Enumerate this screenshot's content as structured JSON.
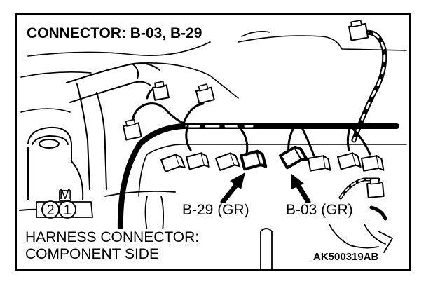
{
  "diagram": {
    "title": "CONNECTOR: B-03, B-29",
    "callouts": {
      "b29": "B-29 (GR)",
      "b03": "B-03 (GR)"
    },
    "view": {
      "line1": "HARNESS CONNECTOR:",
      "line2": "COMPONENT SIDE"
    },
    "figure_code": "AK500319AB",
    "mini_connector": {
      "marker": "M",
      "pins": [
        "2",
        "1"
      ]
    }
  }
}
